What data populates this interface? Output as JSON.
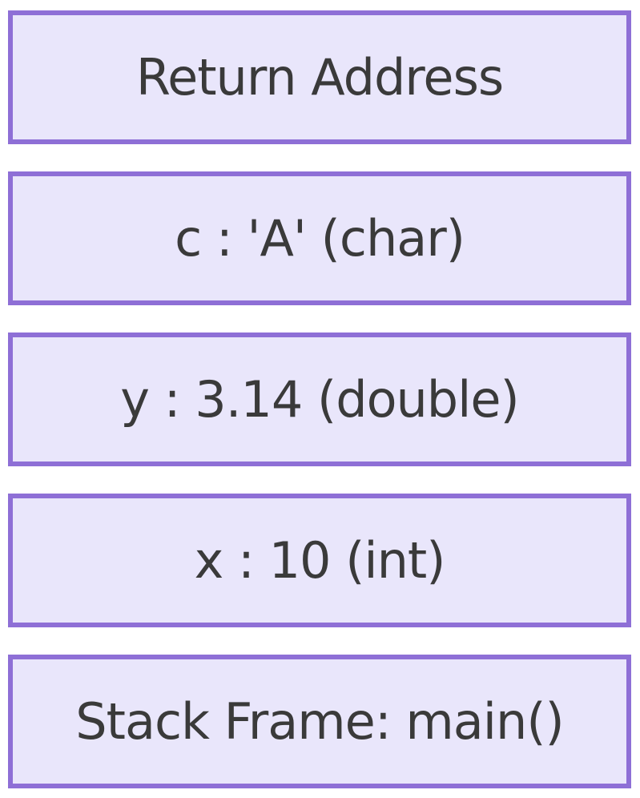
{
  "diagram": {
    "name": "stack-frame-diagram",
    "boxes": [
      {
        "label": "Return Address"
      },
      {
        "label": "c : 'A' (char)"
      },
      {
        "label": "y : 3.14 (double)"
      },
      {
        "label": "x : 10 (int)"
      },
      {
        "label": "Stack Frame: main()"
      }
    ],
    "colors": {
      "background": "#ffffff",
      "box_fill": "#e9e6fb",
      "box_border": "#8e6fd6",
      "text": "#3a3a3a"
    }
  }
}
